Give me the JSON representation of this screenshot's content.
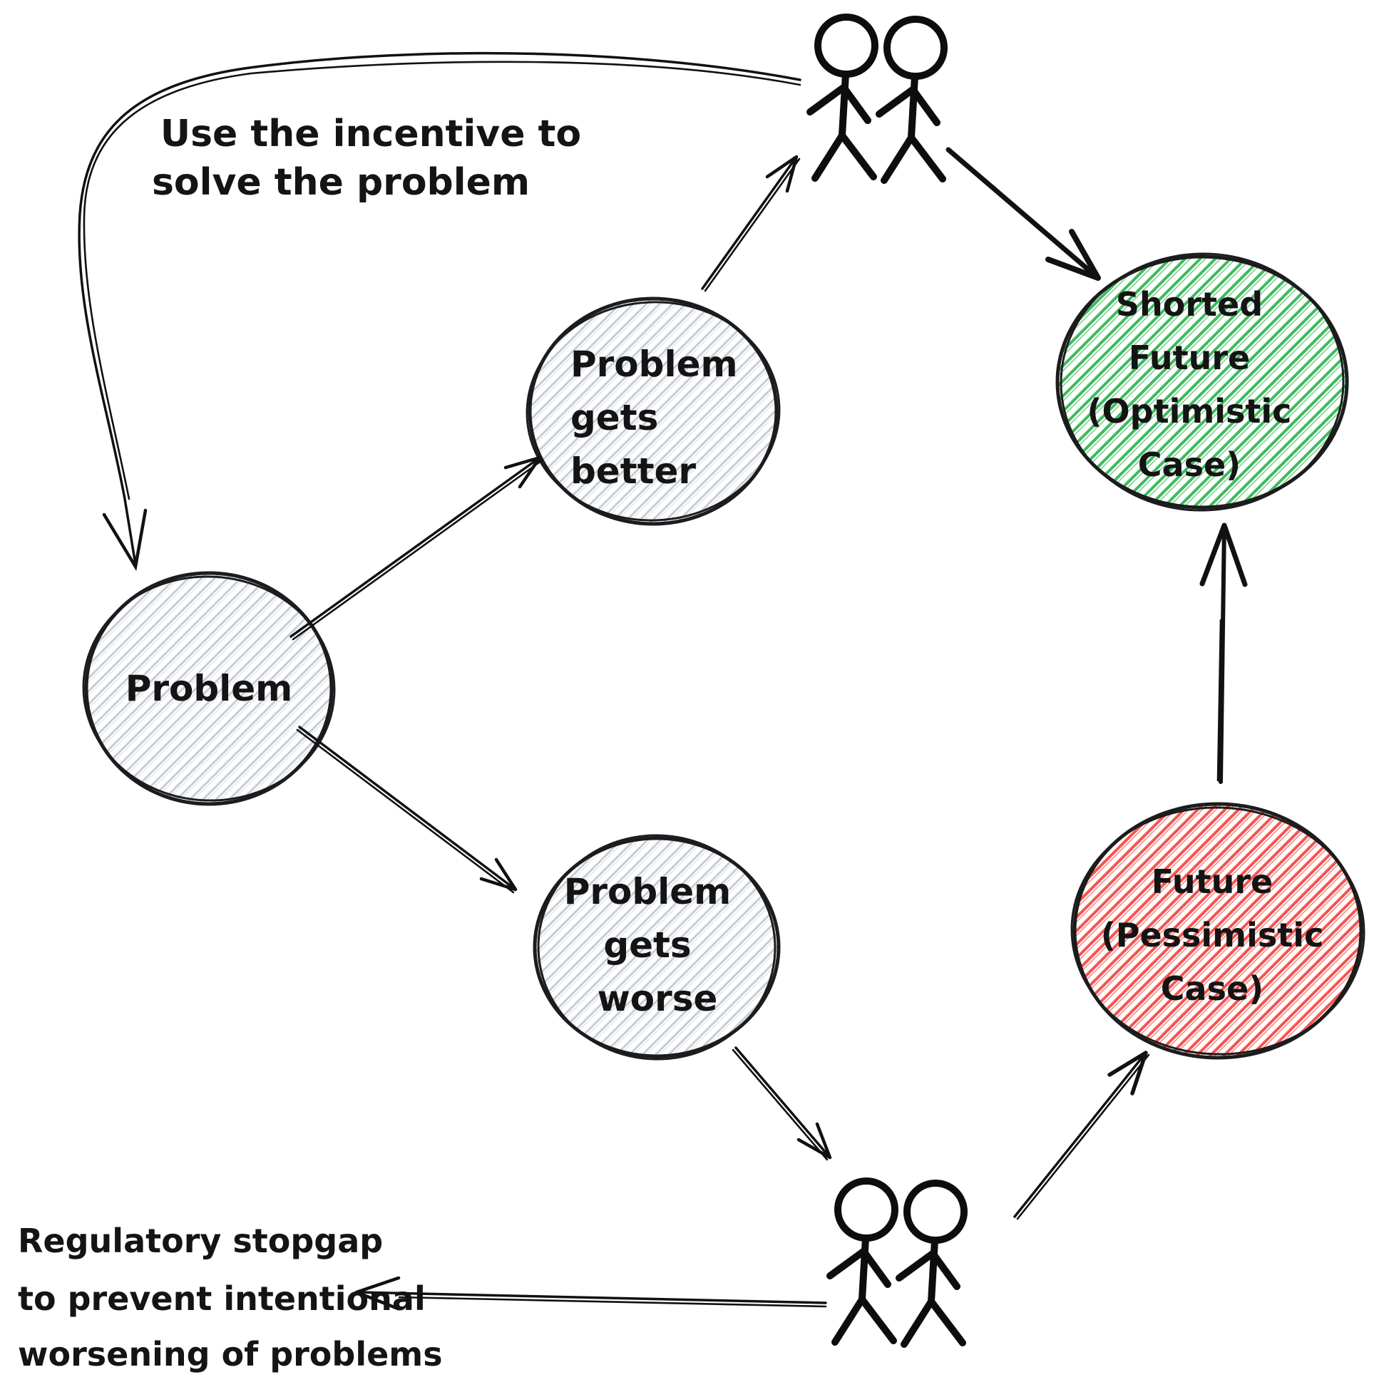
{
  "colors": {
    "ink": "#111111",
    "node_stroke": "#1c1c1c",
    "gray_hatch": "#c6cdd7",
    "green_hatch": "#3dbb5e",
    "red_hatch": "#f4554f"
  },
  "nodes": {
    "problem": {
      "label": "Problem"
    },
    "problem_gets_better": {
      "lines": [
        "Problem",
        "gets",
        "better"
      ]
    },
    "problem_gets_worse": {
      "lines": [
        "Problem",
        "gets",
        "worse"
      ]
    },
    "optimistic_future": {
      "lines": [
        "Shorted",
        "Future",
        "(Optimistic",
        "Case)"
      ]
    },
    "pessimistic_future": {
      "lines": [
        "Future",
        "(Pessimistic",
        "Case)"
      ]
    }
  },
  "annotations": {
    "incentive": {
      "lines": [
        "Use the incentive to",
        "solve the problem"
      ]
    },
    "regulatory": {
      "lines": [
        "Regulatory stopgap",
        "to prevent intentional",
        "worsening of problems"
      ]
    }
  }
}
